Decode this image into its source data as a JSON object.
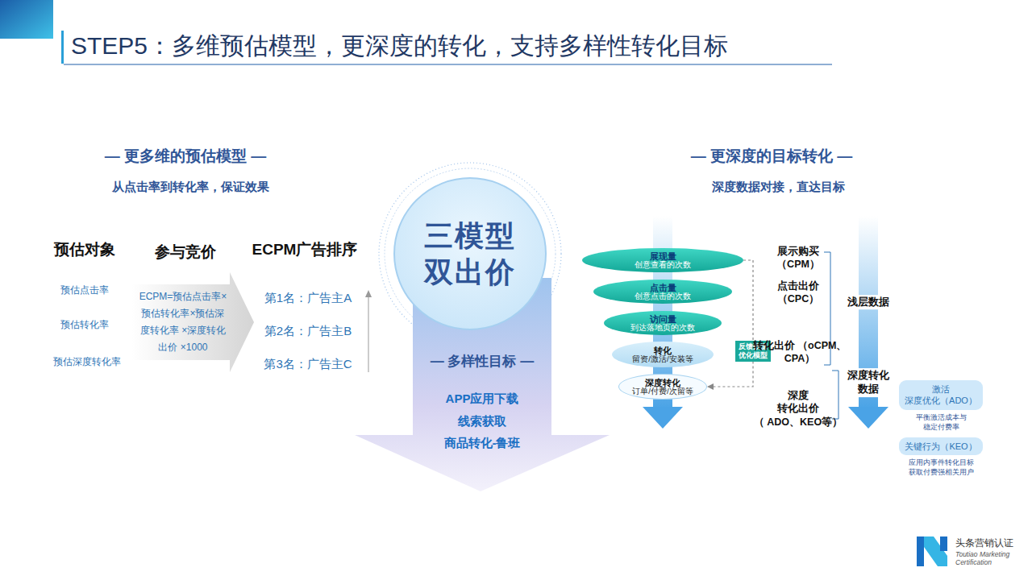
{
  "diagram": {
    "title": "STEP5：多维预估模型，更深度的转化，支持多样性转化目标",
    "nodes": [
      {
        "text": [
          "ECPM=预估点击率×预估转化率×预估深度转化率 ×深度转化出价 ×1000"
        ]
      },
      {
        "text": [
          "三模型 双出价"
        ]
      },
      {
        "text": [
          "— 多样性目标 —",
          "APP应用下载",
          "线索获取",
          "商品转化-鲁班"
        ]
      },
      {
        "text": [
          "展现量",
          "创意查看的次数"
        ]
      },
      {
        "text": [
          "点击量",
          "创意点击的次数"
        ]
      },
      {
        "text": [
          "访问量",
          "到达落地页的次数"
        ]
      },
      {
        "text": [
          "转化",
          "留资/激活/安装等"
        ]
      },
      {
        "text": [
          "深度转化",
          "订单/付费/次留等"
        ]
      },
      {
        "text": [
          "反馈数据 优化模型"
        ]
      },
      {
        "text": [
          "激活 深度优化（ADO）",
          "平衡激活成本与 稳定付费率"
        ]
      },
      {
        "text": [
          "关键行为（KEO）",
          "应用内事件转化目标 获取付费强相关用户"
        ]
      }
    ],
    "edges": [
      {
        "from": 3,
        "to": 8,
        "arrow": "none"
      },
      {
        "from": 8,
        "to": 7,
        "arrow": "to"
      }
    ],
    "labels": [
      "— 更多维的预估模型 —",
      "从点击率到转化率，保证效果",
      "预估对象",
      "参与竞价",
      "ECPM广告排序",
      "预估点击率",
      "预估转化率",
      "预估深度转化率",
      "第1名：广告主A",
      "第2名：广告主B",
      "第3名：广告主C",
      "— 更深度的目标转化 —",
      "深度数据对接，直达目标",
      "展示购买 （CPM）",
      "点击出价 （CPC）",
      "转化出价 （oCPM、 CPA）",
      "深度 转化出价 （ ADO、KEO等）",
      "浅层数据",
      "深度转化 数据",
      "头条营销认证",
      "Toutiao Marketing Certification"
    ]
  }
}
